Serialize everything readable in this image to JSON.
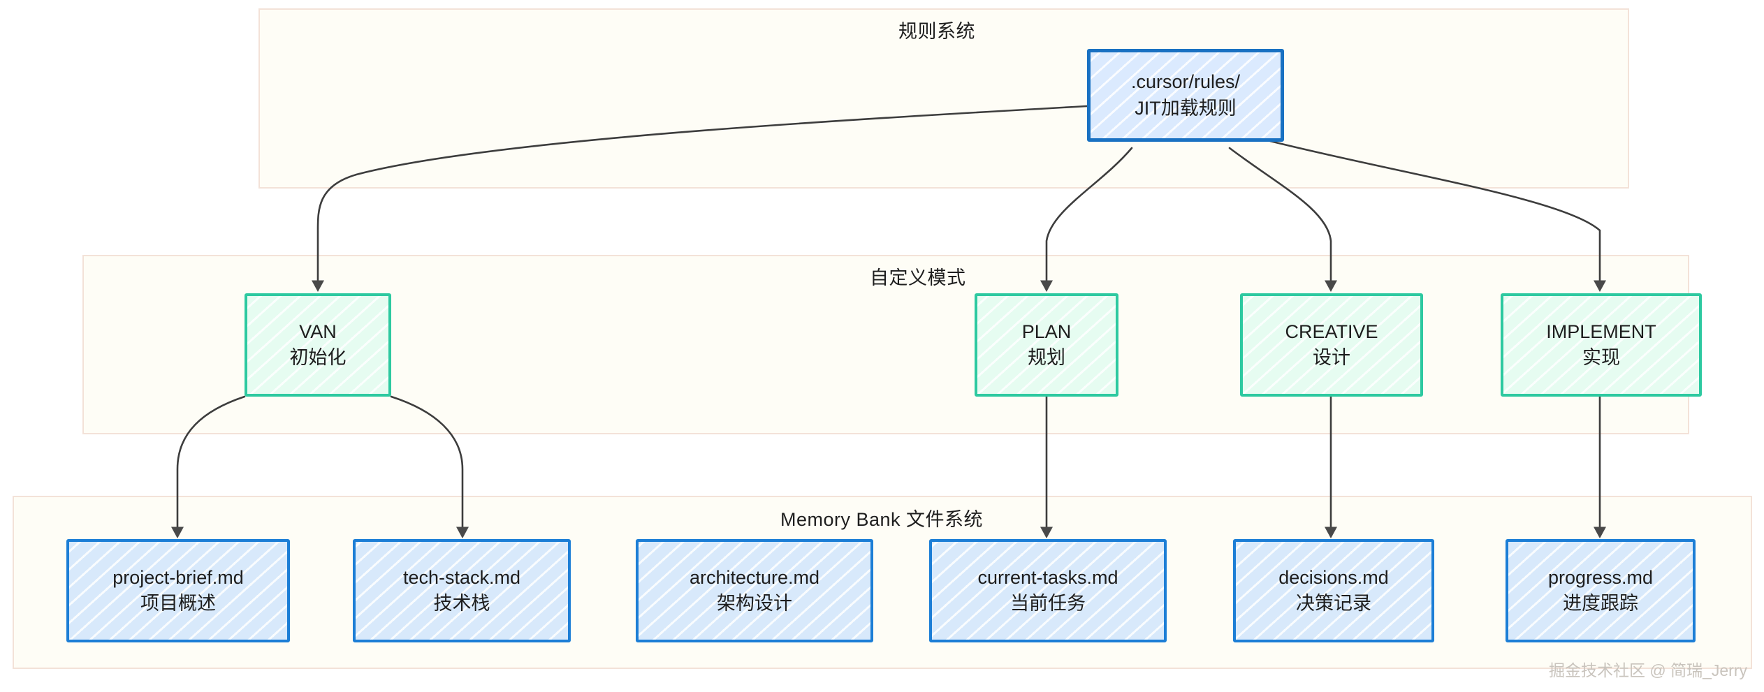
{
  "diagram": {
    "type": "flowchart",
    "bands": [
      {
        "id": "rules-system",
        "label": "规则系统"
      },
      {
        "id": "custom-modes",
        "label": "自定义模式"
      },
      {
        "id": "memory-bank",
        "label": "Memory Bank 文件系统"
      }
    ],
    "rules_node": {
      "title": ".cursor/rules/",
      "subtitle": "JIT加载规则"
    },
    "modes": [
      {
        "id": "van",
        "title": "VAN",
        "subtitle": "初始化"
      },
      {
        "id": "plan",
        "title": "PLAN",
        "subtitle": "规划"
      },
      {
        "id": "creative",
        "title": "CREATIVE",
        "subtitle": "设计"
      },
      {
        "id": "implement",
        "title": "IMPLEMENT",
        "subtitle": "实现"
      }
    ],
    "files": [
      {
        "id": "project-brief",
        "title": "project-brief.md",
        "subtitle": "项目概述"
      },
      {
        "id": "tech-stack",
        "title": "tech-stack.md",
        "subtitle": "技术栈"
      },
      {
        "id": "architecture",
        "title": "architecture.md",
        "subtitle": "架构设计"
      },
      {
        "id": "current-tasks",
        "title": "current-tasks.md",
        "subtitle": "当前任务"
      },
      {
        "id": "decisions",
        "title": "decisions.md",
        "subtitle": "决策记录"
      },
      {
        "id": "progress",
        "title": "progress.md",
        "subtitle": "进度跟踪"
      }
    ],
    "edges": [
      {
        "from": "rules-node",
        "to": "van"
      },
      {
        "from": "rules-node",
        "to": "plan"
      },
      {
        "from": "rules-node",
        "to": "creative"
      },
      {
        "from": "rules-node",
        "to": "implement"
      },
      {
        "from": "van",
        "to": "project-brief"
      },
      {
        "from": "van",
        "to": "tech-stack"
      },
      {
        "from": "plan",
        "to": "current-tasks"
      },
      {
        "from": "creative",
        "to": "decisions"
      },
      {
        "from": "implement",
        "to": "progress"
      }
    ],
    "colors": {
      "band_fill": "#fefdf6",
      "band_border": "#f3e2d8",
      "rules_border": "#1971c2",
      "rules_fill": "#dbeafe",
      "mode_border": "#2dc9a0",
      "mode_fill": "#e6fcf1",
      "file_border": "#1c7ed6",
      "file_fill": "#d8e9fb",
      "edge": "#3d3d3d",
      "text": "#1e1e1e"
    },
    "watermark": "掘金技术社区 @ 简瑞_Jerry"
  }
}
